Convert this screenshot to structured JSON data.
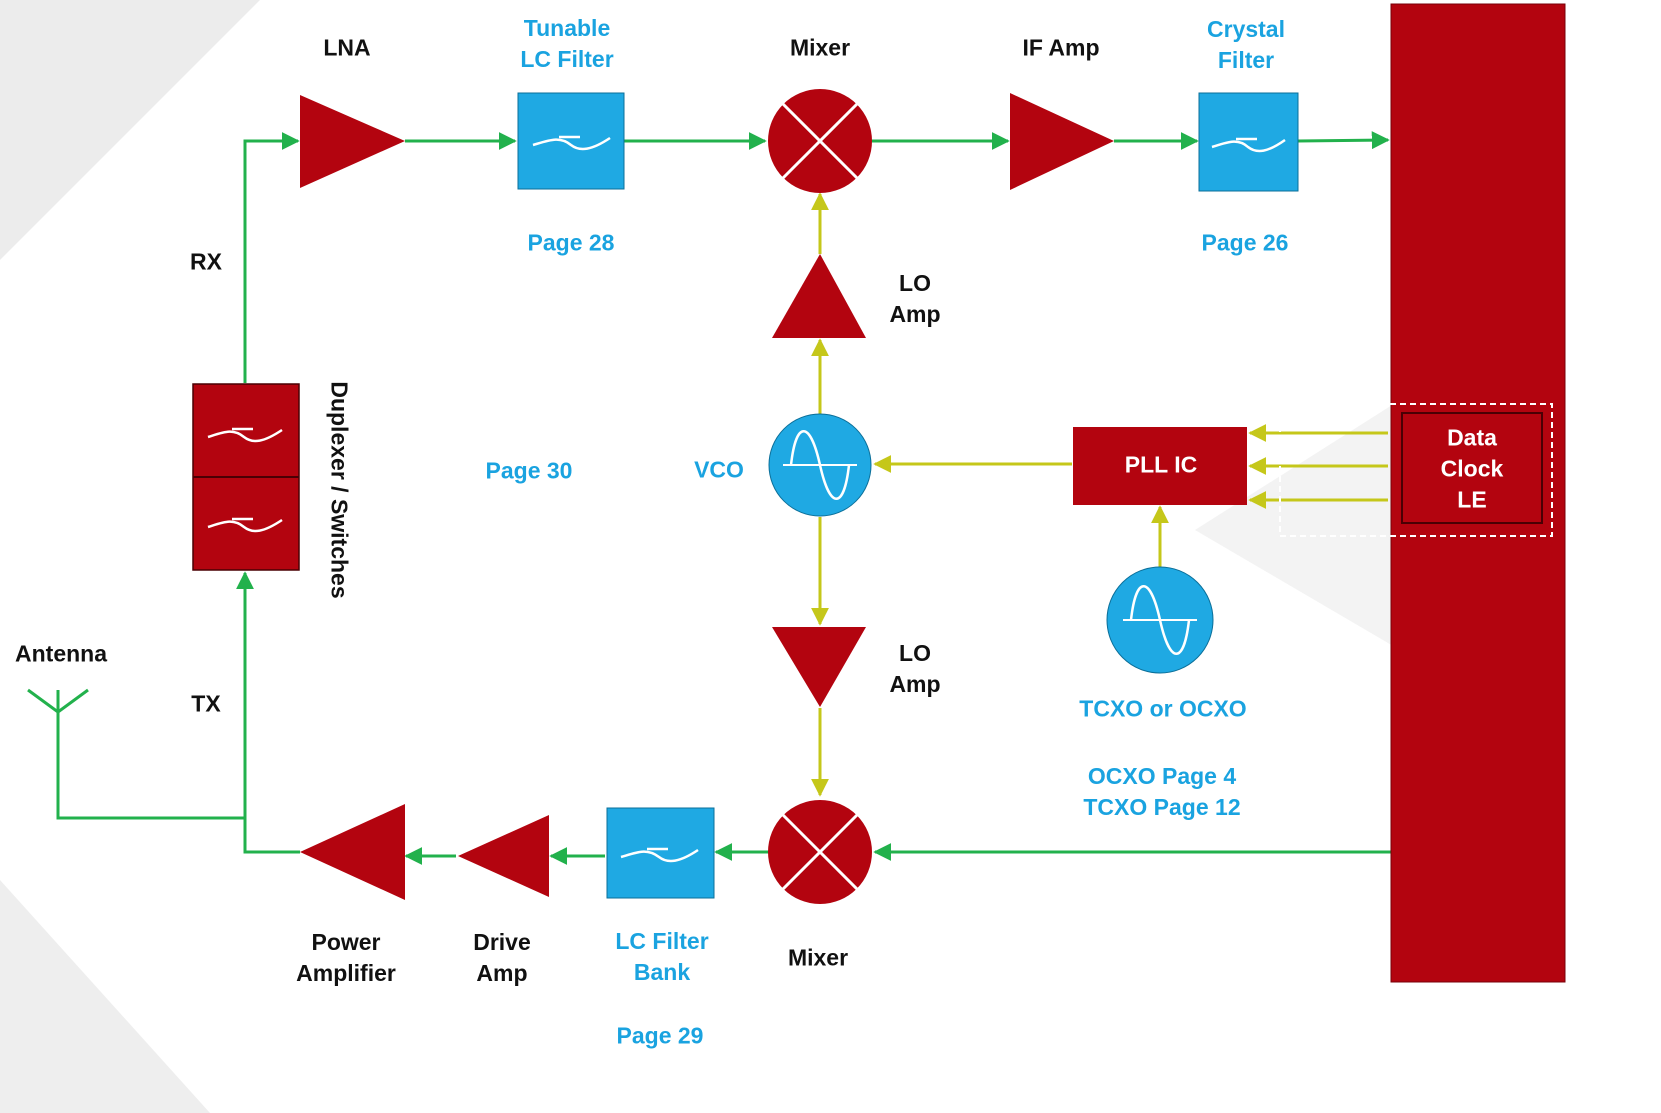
{
  "colors": {
    "block_red": "#b3040f",
    "block_blue": "#1fa9e3",
    "signal_green": "#22b14c",
    "lo_yellow": "#c5c71a",
    "text_blue": "#1aa3e0",
    "text_dark": "#111111"
  },
  "receive_chain": {
    "lna": "LNA",
    "tunable_filter": [
      "Tunable",
      "LC Filter"
    ],
    "tunable_filter_page": "Page 28",
    "mixer": "Mixer",
    "if_amp": "IF Amp",
    "crystal_filter": [
      "Crystal",
      "Filter"
    ],
    "crystal_filter_page": "Page 26"
  },
  "rx_label": "RX",
  "tx_label": "TX",
  "duplexer_label": "Duplexer / Switches",
  "antenna_label": "Antenna",
  "lo_section": {
    "lo_amp_top": [
      "LO",
      "Amp"
    ],
    "lo_amp_bottom": [
      "LO",
      "Amp"
    ],
    "vco": "VCO",
    "vco_page": "Page 30",
    "pll": "PLL IC",
    "reference": "TCXO or OCXO",
    "reference_pages": [
      "OCXO Page 4",
      "TCXO Page 12"
    ]
  },
  "control_interface": [
    "Data",
    "Clock",
    "LE"
  ],
  "transmit_chain": {
    "power_amp": [
      "Power",
      "Amplifier"
    ],
    "drive_amp": [
      "Drive",
      "Amp"
    ],
    "filter_bank": [
      "LC Filter",
      "Bank"
    ],
    "filter_bank_page": "Page 29",
    "mixer": "Mixer"
  }
}
